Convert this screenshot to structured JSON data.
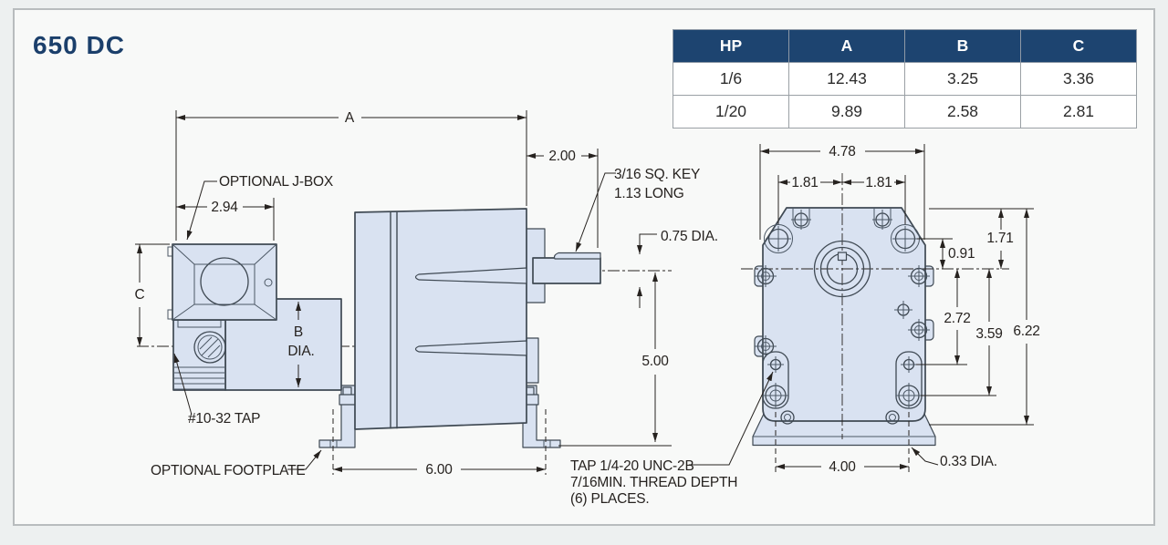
{
  "title": "650 DC",
  "table": {
    "headers": [
      "HP",
      "A",
      "B",
      "C"
    ],
    "rows": [
      [
        "1/6",
        "12.43",
        "3.25",
        "3.36"
      ],
      [
        "1/20",
        "9.89",
        "2.58",
        "2.81"
      ]
    ]
  },
  "side_view": {
    "dim_a": "A",
    "dim_200": "2.00",
    "key_note_line1": "3/16 SQ. KEY",
    "key_note_line2": "1.13 LONG",
    "dia_075": "0.75 DIA.",
    "dim_294": "2.94",
    "jbox_label": "OPTIONAL J-BOX",
    "dim_c": "C",
    "dim_b_line1": "B",
    "dim_b_line2": "DIA.",
    "tap_label": "#10-32 TAP",
    "footplate_label": "OPTIONAL FOOTPLATE",
    "dim_600": "6.00",
    "dim_500": "5.00"
  },
  "end_view": {
    "dim_478": "4.78",
    "dim_181_left": "1.81",
    "dim_181_right": "1.81",
    "dim_171": "1.71",
    "dim_091": "0.91",
    "dim_272": "2.72",
    "dim_359": "3.59",
    "dim_622": "6.22",
    "dim_400": "4.00",
    "dia_033": "0.33 DIA.",
    "tap_note_line1": "TAP 1/4-20 UNC-2B",
    "tap_note_line2": "7/16MIN. THREAD DEPTH",
    "tap_note_line3": "(6) PLACES."
  },
  "colors": {
    "table_header_navy": "#1d4470",
    "title_navy": "#1b3f6b",
    "drawing_fill_blue": "#d9e2f1",
    "drawing_outline": "#3f4953",
    "dimension_line": "#26221f",
    "page_background": "#f8f9f8",
    "outer_background": "#edf0f0"
  }
}
